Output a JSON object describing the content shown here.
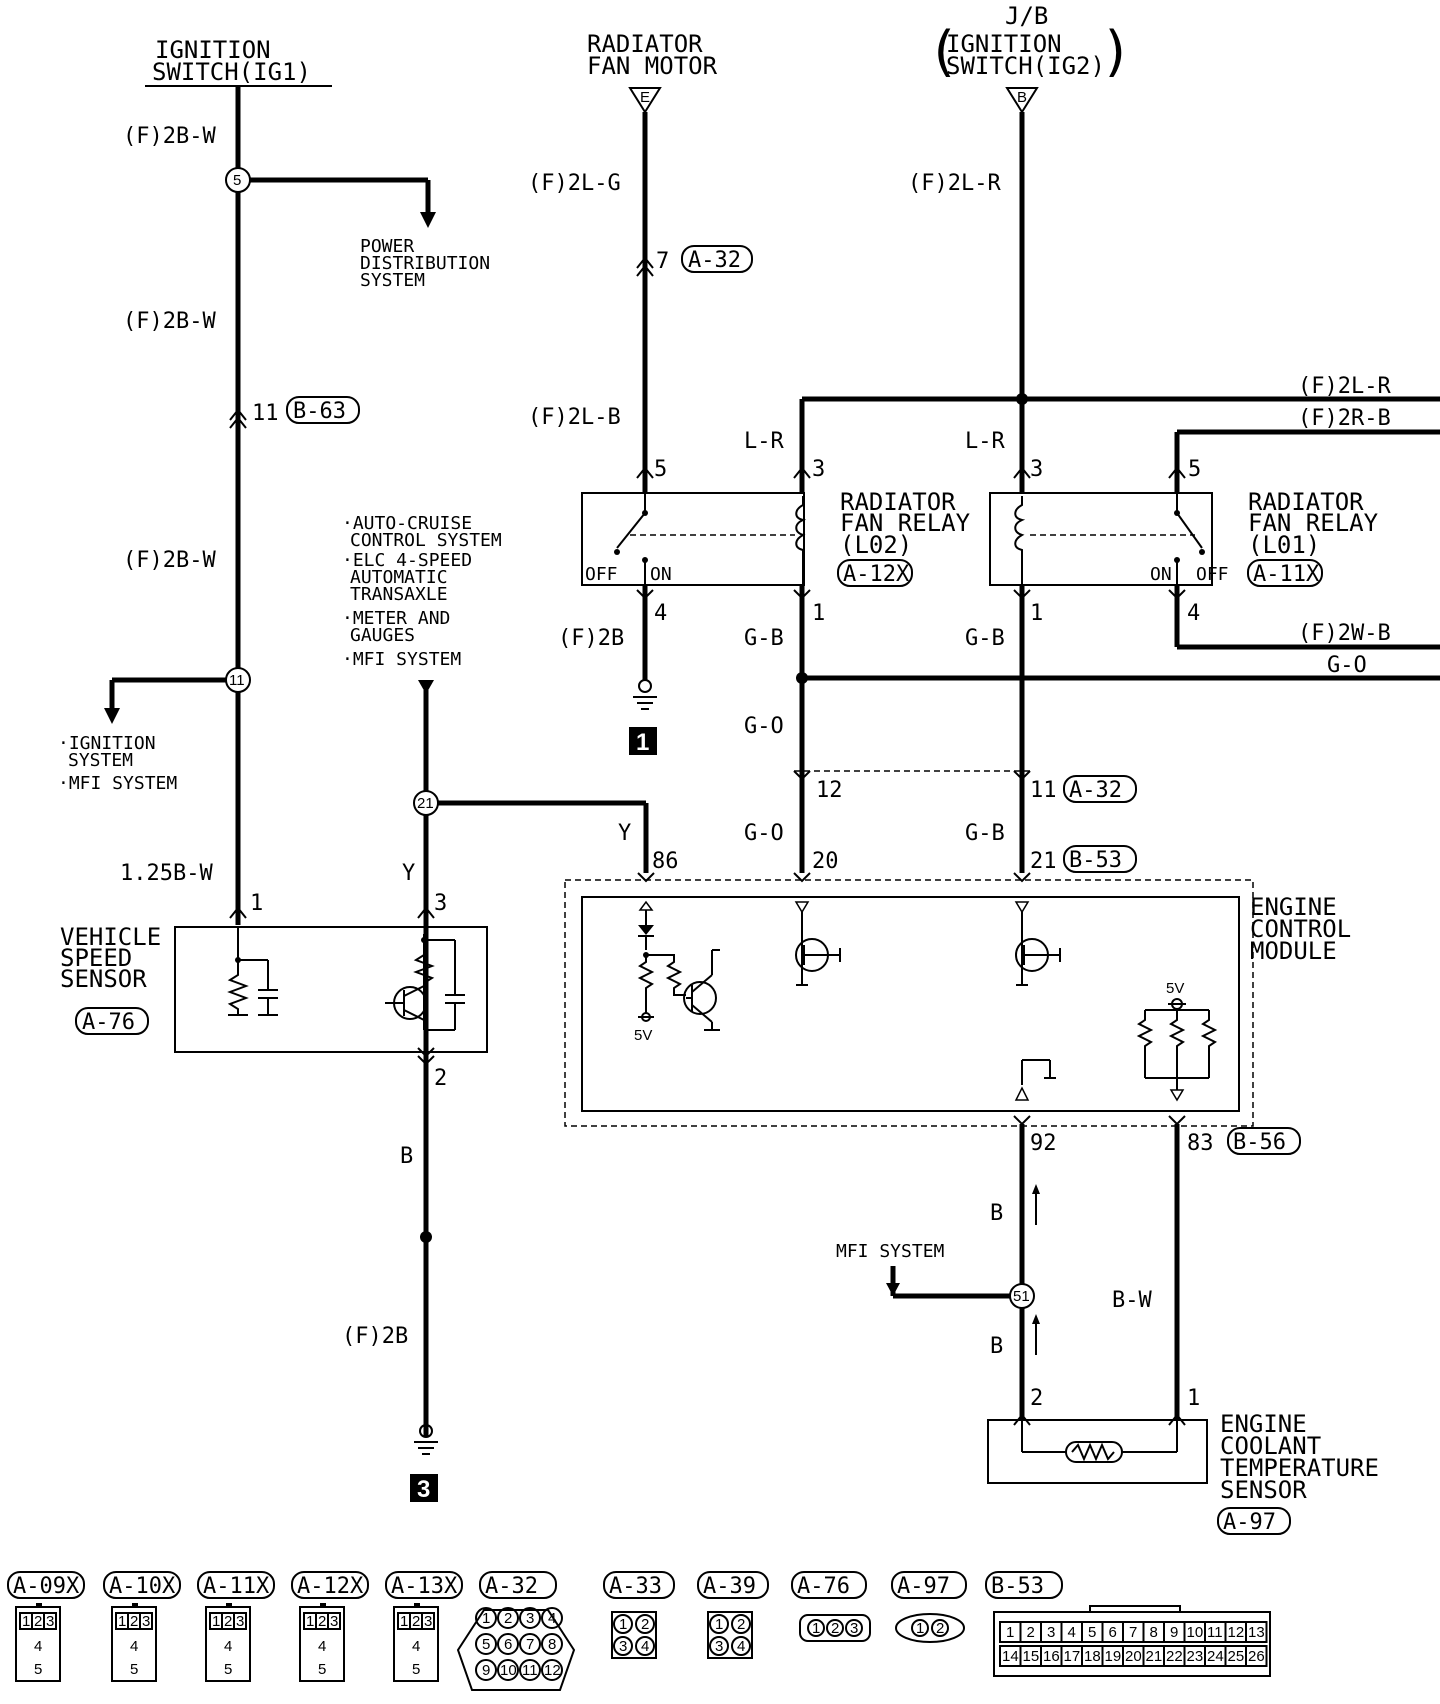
{
  "sources": {
    "ig1": [
      "IGNITION",
      "SWITCH(IG1)"
    ],
    "fan_motor": [
      "RADIATOR",
      "FAN MOTOR"
    ],
    "jb": "J/B",
    "ig2": [
      "IGNITION",
      "SWITCH(IG2)"
    ],
    "fan_motor_pin": "E",
    "jb_pin": "B"
  },
  "wires": {
    "f2bw": "(F)2B-W",
    "f2lg": "(F)2L-G",
    "f2lr": "(F)2L-R",
    "f2lb": "(F)2L-B",
    "f2rb": "(F)2R-B",
    "lr": "L-R",
    "f2b": "(F)2B",
    "gb": "G-B",
    "go": "G-O",
    "f2wb": "(F)2W-B",
    "y": "Y",
    "b125w": "1.25B-W",
    "b": "B",
    "bw": "B-W"
  },
  "pins": {
    "p1": "1",
    "p2": "2",
    "p3": "3",
    "p4": "4",
    "p5": "5",
    "p7": "7",
    "p11": "11",
    "p12": "12",
    "p20": "20",
    "p21": "21",
    "p86": "86",
    "p92": "92",
    "p83": "83"
  },
  "splices": {
    "s5": "5",
    "s11": "11",
    "s21": "21",
    "s51": "51"
  },
  "connectors": {
    "a32": "A-32",
    "b63": "B-63",
    "a12x": "A-12X",
    "a11x": "A-11X",
    "b53": "B-53",
    "b56": "B-56",
    "a76": "A-76",
    "a97": "A-97"
  },
  "systems": {
    "power": [
      "POWER",
      "DISTRIBUTION",
      "SYSTEM"
    ],
    "ign_mfi": [
      "·IGNITION",
      "SYSTEM",
      "·MFI SYSTEM"
    ],
    "cruise_list": [
      "·AUTO-CRUISE",
      "CONTROL SYSTEM",
      "·ELC 4-SPEED",
      "AUTOMATIC",
      "TRANSAXLE",
      "·METER AND",
      "GAUGES",
      "·MFI SYSTEM"
    ],
    "mfi": "MFI SYSTEM"
  },
  "components": {
    "relay_l02": [
      "RADIATOR",
      "FAN RELAY",
      "(L02)"
    ],
    "relay_l01": [
      "RADIATOR",
      "FAN RELAY",
      "(L01)"
    ],
    "vss": [
      "VEHICLE",
      "SPEED",
      "SENSOR"
    ],
    "ecm": [
      "ENGINE",
      "CONTROL",
      "MODULE"
    ],
    "ect": [
      "ENGINE",
      "COOLANT",
      "TEMPERATURE",
      "SENSOR"
    ]
  },
  "switch": {
    "off": "OFF",
    "on": "ON"
  },
  "voltage": "5V",
  "grounds": {
    "g1": "1",
    "g3": "3"
  },
  "legend": {
    "labels": [
      "A-09X",
      "A-10X",
      "A-11X",
      "A-12X",
      "A-13X",
      "A-32",
      "A-33",
      "A-39",
      "A-76",
      "A-97",
      "B-53"
    ],
    "relay_pins": [
      "1",
      "2",
      "3",
      "4",
      "5"
    ],
    "a32_pins": [
      "1",
      "2",
      "3",
      "4",
      "5",
      "6",
      "7",
      "8",
      "9",
      "10",
      "11",
      "12"
    ],
    "quad_pins": [
      "1",
      "2",
      "3",
      "4"
    ],
    "tri_pins": [
      "1",
      "2",
      "3"
    ],
    "duo_pins": [
      "1",
      "2"
    ],
    "b53_row1": [
      "1",
      "2",
      "3",
      "4",
      "5",
      "6",
      "7",
      "8",
      "9",
      "10",
      "11",
      "12",
      "13"
    ],
    "b53_row2": [
      "14",
      "15",
      "16",
      "17",
      "18",
      "19",
      "20",
      "21",
      "22",
      "23",
      "24",
      "25",
      "26"
    ]
  }
}
